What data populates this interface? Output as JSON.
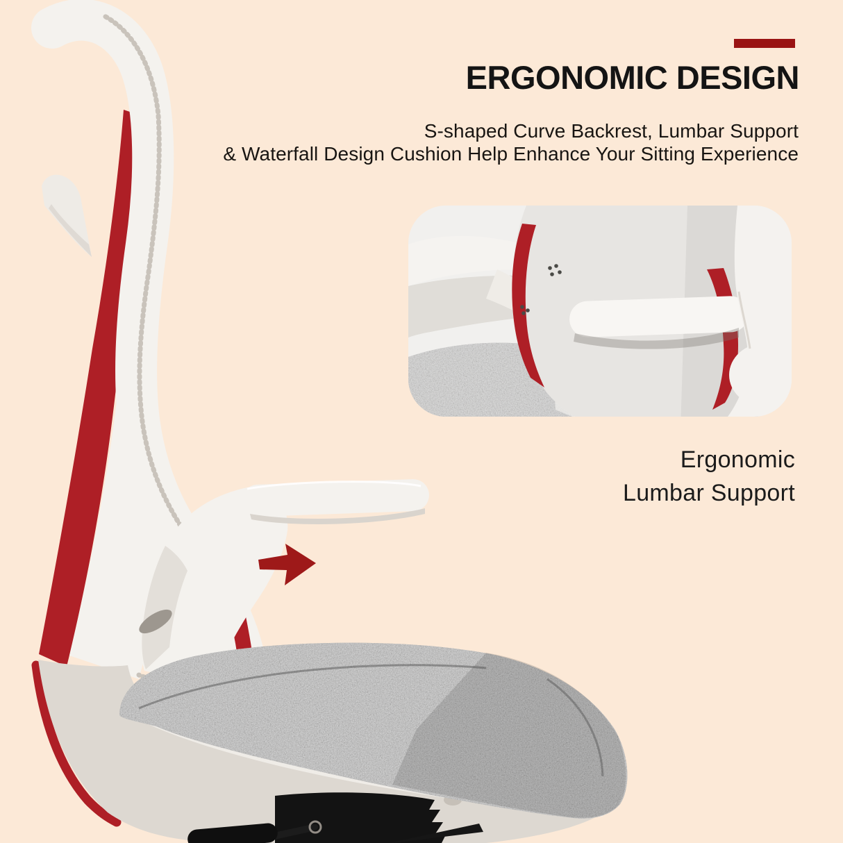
{
  "colors": {
    "bg": "#fce9d7",
    "ink": "#141414",
    "accent-bar": "#9a1313",
    "chair-red": "#ae1f26",
    "arrow-red": "#9e1919",
    "chair-white": "#f4f2ee",
    "shell": "#ddd8d1",
    "cushion": "#a2a09e",
    "mech": "#131313",
    "bead": "#c9c3bb",
    "inset-bg": "#f1f0ee",
    "mesh-base": "#e7e5e2",
    "mesh-dot": "#b1afac",
    "inset-cushion": "#b4b2af"
  },
  "header": {
    "title": "ERGONOMIC DESIGN",
    "subtitle_lines": [
      "S-shaped Curve Backrest, Lumbar Support",
      "& Waterfall Design Cushion Help Enhance Your Sitting Experience"
    ]
  },
  "inset_caption": {
    "lines": [
      "Ergonomic",
      "Lumbar Support"
    ]
  },
  "icons": {
    "arrow": "arrow-right-icon",
    "accent_bar": "accent-bar"
  }
}
